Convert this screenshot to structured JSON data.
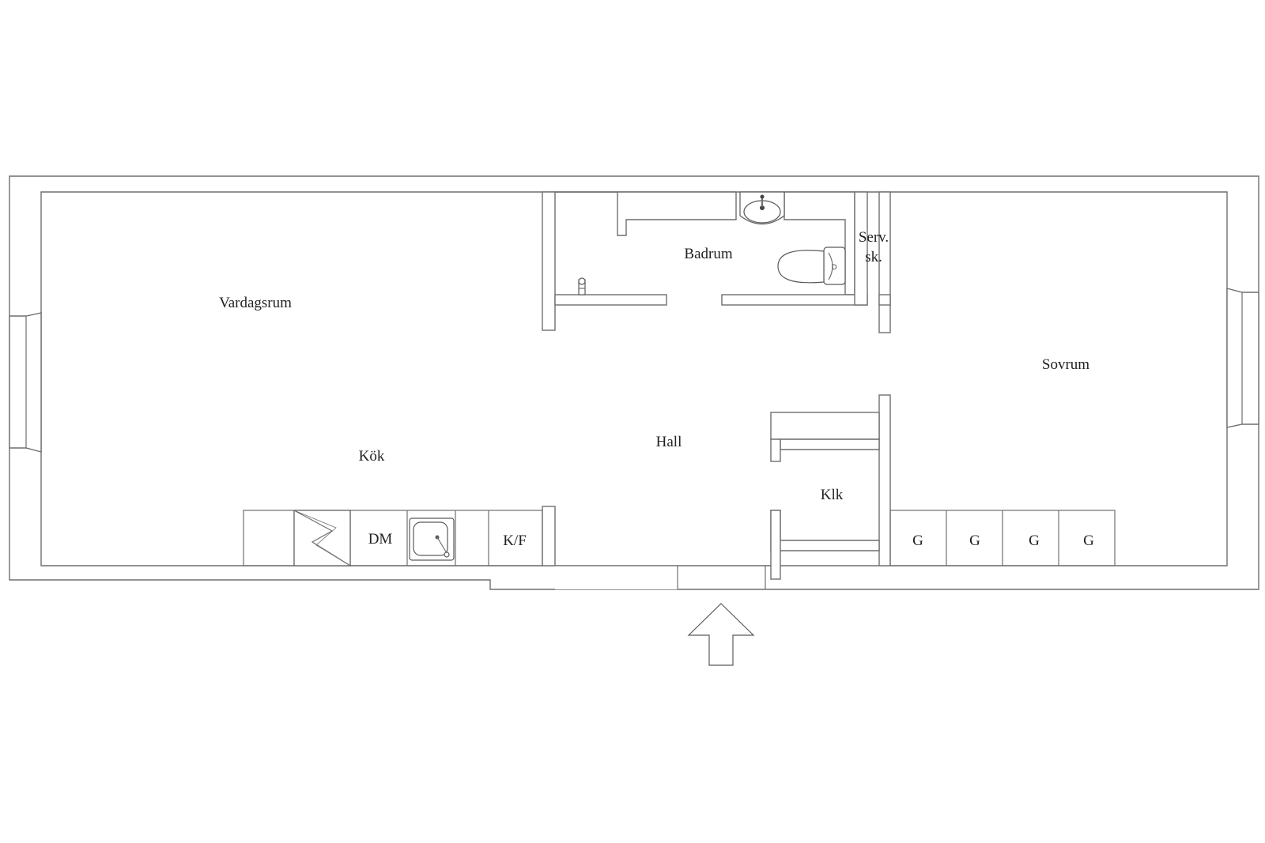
{
  "rooms": {
    "vardagsrum": "Vardagsrum",
    "badrum": "Badrum",
    "serv_line1": "Serv.",
    "serv_line2": "sk.",
    "sovrum": "Sovrum",
    "kok": "Kök",
    "hall": "Hall",
    "klk": "Klk"
  },
  "appliances": {
    "dm": "DM",
    "kf": "K/F",
    "wardrobes": [
      "G",
      "G",
      "G",
      "G"
    ]
  },
  "colors": {
    "line": "#6f6f6f",
    "text": "#222222",
    "background": "#ffffff"
  }
}
